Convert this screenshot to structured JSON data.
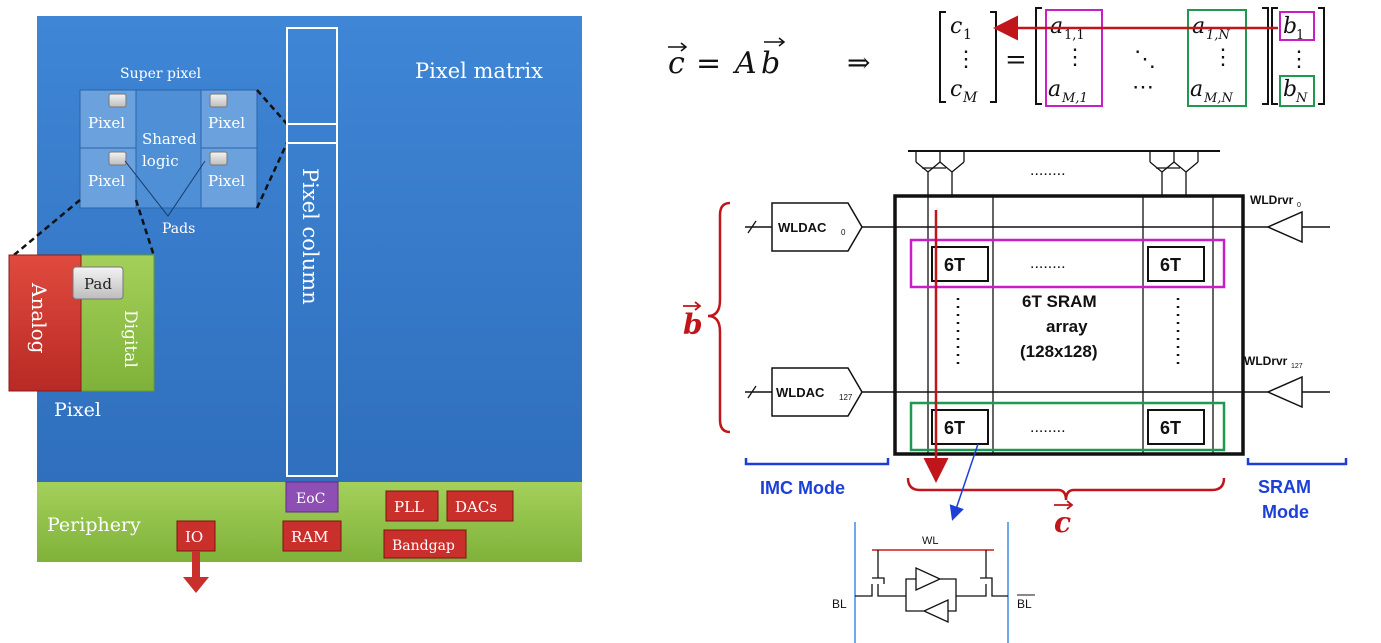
{
  "chip": {
    "pixel_matrix": "Pixel matrix",
    "super_pixel": "Super pixel",
    "pixel_cell": "Pixel",
    "shared_logic_line1": "Shared",
    "shared_logic_line2": "logic",
    "pads": "Pads",
    "pixel_column": "Pixel column",
    "analog": "Analog",
    "digital": "Digital",
    "pad": "Pad",
    "pixel_zoom": "Pixel",
    "periphery": "Periphery",
    "io": "IO",
    "eoc": "EoC",
    "ram": "RAM",
    "pll": "PLL",
    "dacs": "DACs",
    "bandgap": "Bandgap",
    "colors": {
      "matrix_blue": "#3a7fd0",
      "periphery_green": "#8dc043",
      "analog_red": "#d63b32",
      "block_red": "#c9302c"
    }
  },
  "equation": {
    "lhs": "c",
    "equals": "=",
    "matrix": "A",
    "vector": "b",
    "implies": "⇒",
    "c1": "c",
    "c1_sub": "1",
    "cM": "c",
    "cM_sub": "M",
    "a11": "a",
    "a11_sub": "1,1",
    "a1N": "a",
    "a1N_sub": "1,N",
    "aM1": "a",
    "aM1_sub": "M,1",
    "aMN": "a",
    "aMN_sub": "M,N",
    "b1": "b",
    "b1_sub": "1",
    "bN": "b",
    "bN_sub": "N",
    "vdots": "⋮",
    "hdots": "⋯",
    "ddots": "⋱"
  },
  "sram": {
    "wldac0": "WLDAC",
    "wldac0_sub": "0",
    "wldac127": "WLDAC",
    "wldac127_sub": "127",
    "wldrvr0": "WLDrvr",
    "wldrvr0_sub": "0",
    "wldrvr127": "WLDrvr",
    "wldrvr127_sub": "127",
    "cell": "6T",
    "array_line1": "6T SRAM",
    "array_line2": "array",
    "array_line3": "(128x128)",
    "dots": "........",
    "b_label": "b",
    "c_label": "c",
    "imc_mode": "IMC Mode",
    "sram_mode_line1": "SRAM",
    "sram_mode_line2": "Mode",
    "wl": "WL",
    "bl": "BL",
    "blb": "BL",
    "colors": {
      "magenta": "#c81ec8",
      "green": "#1e9a50",
      "red": "#c0161b",
      "blue": "#1d3fd6"
    }
  }
}
